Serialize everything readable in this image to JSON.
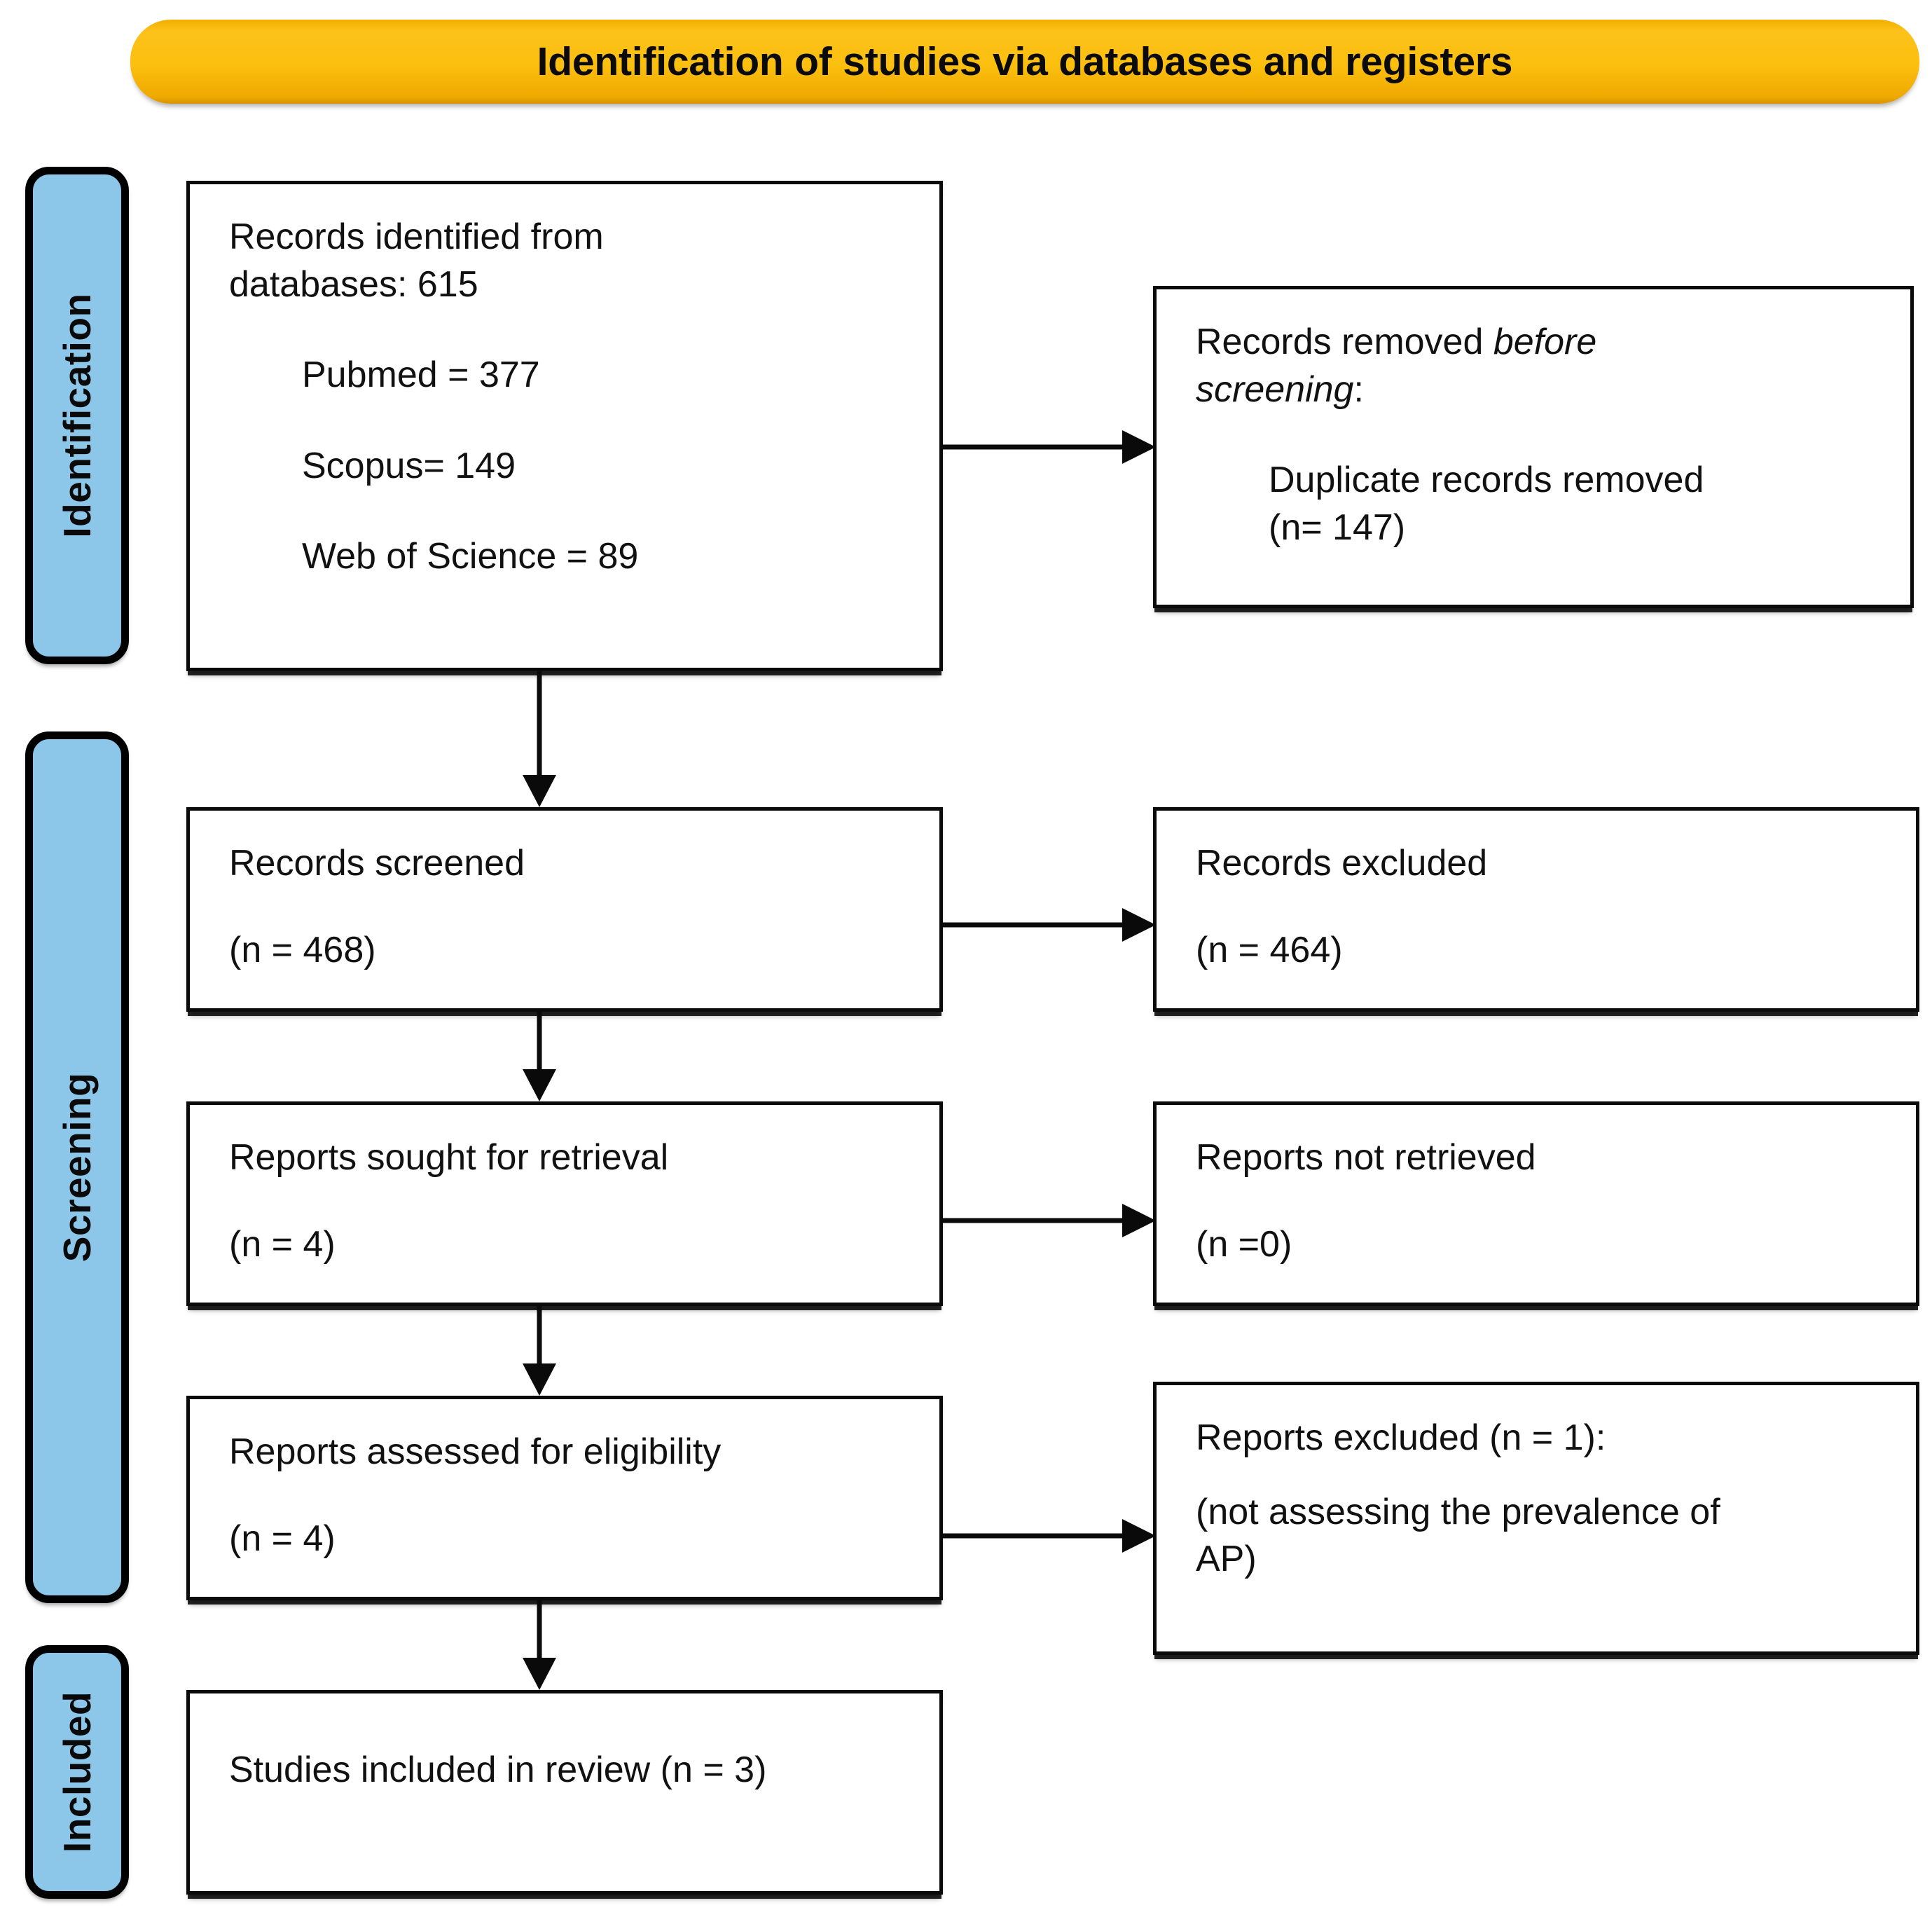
{
  "header": {
    "title": "Identification of studies via databases and registers",
    "accent_color": "#FBBF0E"
  },
  "stages": {
    "rail_color": "#8CC6E8",
    "items": [
      {
        "id": "identification",
        "label": "Identification"
      },
      {
        "id": "screening",
        "label": "Screening"
      },
      {
        "id": "included",
        "label": "Included"
      }
    ]
  },
  "boxes": {
    "identified": {
      "line1": "Records identified from",
      "line2": "databases: 615",
      "source1": "Pubmed = 377",
      "source2": "Scopus= 149",
      "source3": "Web of Science = 89"
    },
    "removed": {
      "line1_a": "Records removed ",
      "line1_b": "before",
      "line2_a": "screening",
      "line2_b": ":",
      "detail1": "Duplicate records removed",
      "detail2": "(n= 147)"
    },
    "screened": {
      "line1": "Records screened",
      "line2": "(n = 468)"
    },
    "excluded": {
      "line1": "Records excluded",
      "line2": "(n = 464)"
    },
    "sought": {
      "line1": "Reports sought for retrieval",
      "line2": "(n = 4)"
    },
    "not_retrieved": {
      "line1": "Reports not retrieved",
      "line2": "(n =0)"
    },
    "assessed": {
      "line1": "Reports assessed for eligibility",
      "line2": "(n = 4)"
    },
    "reports_excluded": {
      "line1": "Reports excluded (n = 1):",
      "line2": "(not assessing the prevalence of",
      "line3": "AP)"
    },
    "included": {
      "line1": "Studies included in review (n = 3)"
    }
  },
  "chart_data": {
    "type": "diagram",
    "title": "Identification of studies via databases and registers",
    "nodes": [
      {
        "id": "identified",
        "stage": "Identification",
        "column": "left",
        "label": "Records identified from databases: 615",
        "n": 615,
        "breakdown": [
          {
            "source": "Pubmed",
            "n": 377
          },
          {
            "source": "Scopus",
            "n": 149
          },
          {
            "source": "Web of Science",
            "n": 89
          }
        ]
      },
      {
        "id": "removed",
        "stage": "Identification",
        "column": "right",
        "label": "Records removed before screening: Duplicate records removed",
        "n": 147
      },
      {
        "id": "screened",
        "stage": "Screening",
        "column": "left",
        "label": "Records screened",
        "n": 468
      },
      {
        "id": "excluded",
        "stage": "Screening",
        "column": "right",
        "label": "Records excluded",
        "n": 464
      },
      {
        "id": "sought",
        "stage": "Screening",
        "column": "left",
        "label": "Reports sought for retrieval",
        "n": 4
      },
      {
        "id": "not_retrieved",
        "stage": "Screening",
        "column": "right",
        "label": "Reports not retrieved",
        "n": 0
      },
      {
        "id": "assessed",
        "stage": "Screening",
        "column": "left",
        "label": "Reports assessed for eligibility",
        "n": 4
      },
      {
        "id": "reports_excluded",
        "stage": "Screening",
        "column": "right",
        "label": "Reports excluded (not assessing the prevalence of AP)",
        "n": 1
      },
      {
        "id": "included",
        "stage": "Included",
        "column": "left",
        "label": "Studies included in review",
        "n": 3
      }
    ],
    "edges": [
      {
        "from": "identified",
        "to": "removed",
        "direction": "right"
      },
      {
        "from": "identified",
        "to": "screened",
        "direction": "down"
      },
      {
        "from": "screened",
        "to": "excluded",
        "direction": "right"
      },
      {
        "from": "screened",
        "to": "sought",
        "direction": "down"
      },
      {
        "from": "sought",
        "to": "not_retrieved",
        "direction": "right"
      },
      {
        "from": "sought",
        "to": "assessed",
        "direction": "down"
      },
      {
        "from": "assessed",
        "to": "reports_excluded",
        "direction": "right"
      },
      {
        "from": "assessed",
        "to": "included",
        "direction": "down"
      }
    ]
  }
}
